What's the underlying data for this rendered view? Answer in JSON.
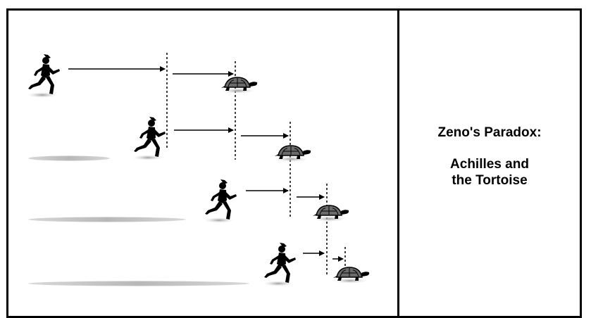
{
  "caption": {
    "title": "Zeno's Paradox:",
    "subtitle_line1": "Achilles and",
    "subtitle_line2": "the Tortoise"
  },
  "colors": {
    "ink": "#000000",
    "shadow": "#bdbdbd",
    "shell": "#6b6b6b",
    "dashed_line": "#000000"
  },
  "icons": [
    "runner-icon",
    "tortoise-icon",
    "arrow-icon",
    "dashed-marker-line"
  ]
}
